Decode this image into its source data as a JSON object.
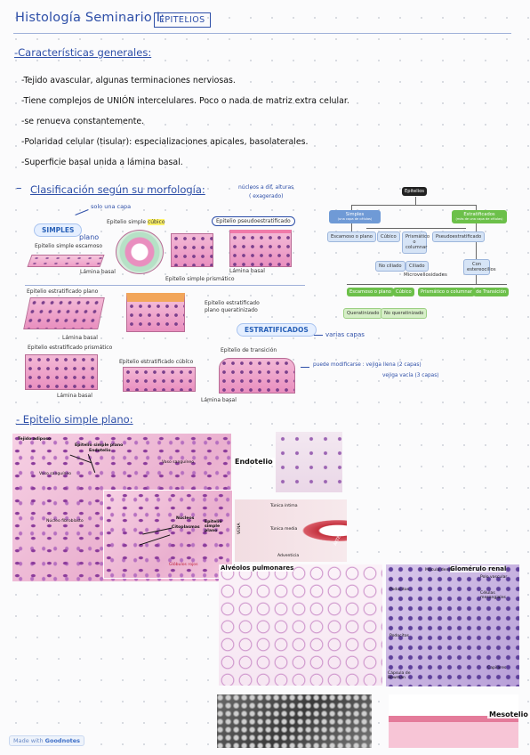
{
  "header": {
    "title": "Histología  Seminario I:",
    "tag": "EPITELIOS"
  },
  "section1": {
    "heading": "-Características generales:",
    "bullets": [
      "-Tejido avascular, algunas terminaciones nerviosas.",
      "-Tiene complejos de UNIÓN intercelulares. Poco o nada de matriz extra celular.",
      "-se renueva constantemente.",
      "-Polaridad celular (tisular): especializaciones apicales, basolaterales.",
      "-Superficie basal unida a lámina basal."
    ]
  },
  "section2": {
    "heading": "Clasificación según su morfología:",
    "notes": {
      "one_layer": "solo una capa",
      "nuclei": "núcleos a dif. alturas",
      "nuclei2": "( exagerado)",
      "several_layers": "varias capas",
      "can_change": "puede modificarse : vejiga llena (2 capas)",
      "empty_bladder": "vejiga vacía (3 capas)",
      "plano": "plano"
    },
    "figure": {
      "simples": "SIMPLES",
      "estratificados": "ESTRATIFICADOS",
      "simple_cubico": "Epitelio simple cúbico",
      "simple_cubico_hl": "cúbico",
      "pseudo": "Epitelio pseudoestratificado",
      "simple_escamoso": "Epitelio simple escamoso",
      "lamina_basal": "Lámina basal",
      "simple_prismatico": "Epitelio simple prismático",
      "estrat_plano": "Epitelio estratificado plano",
      "estrat_plano_queratinizado_1": "Epitelio estratificado",
      "estrat_plano_queratinizado_2": "plano queratinizado",
      "estrat_prismatico": "Epitelio estratificado prismático",
      "estrat_cubico": "Epitelio estratificado cúbico",
      "transicion": "Epitelio de transición"
    },
    "concept_map": {
      "root": "Epitelios",
      "simples": "Simples",
      "simples_sub": "(una capa de células)",
      "estratificados": "Estratificados",
      "estratificados_sub": "(más de una capa de células)",
      "escamoso": "Escamoso o plano",
      "cubico": "Cúbico",
      "prismatico": "Prismático o columnar",
      "pseudo": "Pseudoestratificado",
      "no_ciliado": "No ciliado",
      "ciliado": "Ciliado",
      "estereocilios": "Con estereocilios",
      "microvellosidades": "Microvellosidades",
      "e_escamoso": "Escamoso o plano",
      "e_cubico": "Cúbico",
      "e_prismatico": "Prismático o columnar",
      "e_transicion": "de Transición",
      "queratinizado": "Queratinizado",
      "no_queratinizado": "No queratinizado"
    }
  },
  "section3": {
    "heading": "- Epitelio simple plano:",
    "labels": {
      "tejido_adiposo": "Tejido adiposo",
      "epitelio_simple_plano": "Epitelio simple plano",
      "endotelio_small": "Endotelio",
      "vaso_sanguineo_1": "Vaso sanguíneo",
      "vaso_sanguineo_2": "Vaso sanguíneo",
      "nucleo_fibroblasto": "Núcleo fibroblasto",
      "endotelio": "Endotelio",
      "nucleos": "Núcleos",
      "citoplasmas": "Citoplasmas",
      "epitelio_simple_plano_2": "Epitelio simple plano",
      "globulos_rojos": "Glóbulos rojos",
      "vena": "VENA",
      "arteria": "ARTERIA",
      "tunica_intima": "Túnica íntima",
      "tunica_media": "Túnica media",
      "adventicia": "Adventicia",
      "alveolos": "Alvéolos pulmonares",
      "glomerulo": "Glomérulo renal",
      "macula_densa": "Mácula densa",
      "polo_vascular": "Polo vascular",
      "podocitos": "Podocitos",
      "celulas_mesangiales": "Células mesangiales",
      "capilares": "Capilares",
      "capsula_bowman": "Cápsula de Bowman",
      "mesotelio": "Mesotelio"
    }
  },
  "footer": {
    "made_with": "Made with",
    "brand": "Goodnotes"
  }
}
